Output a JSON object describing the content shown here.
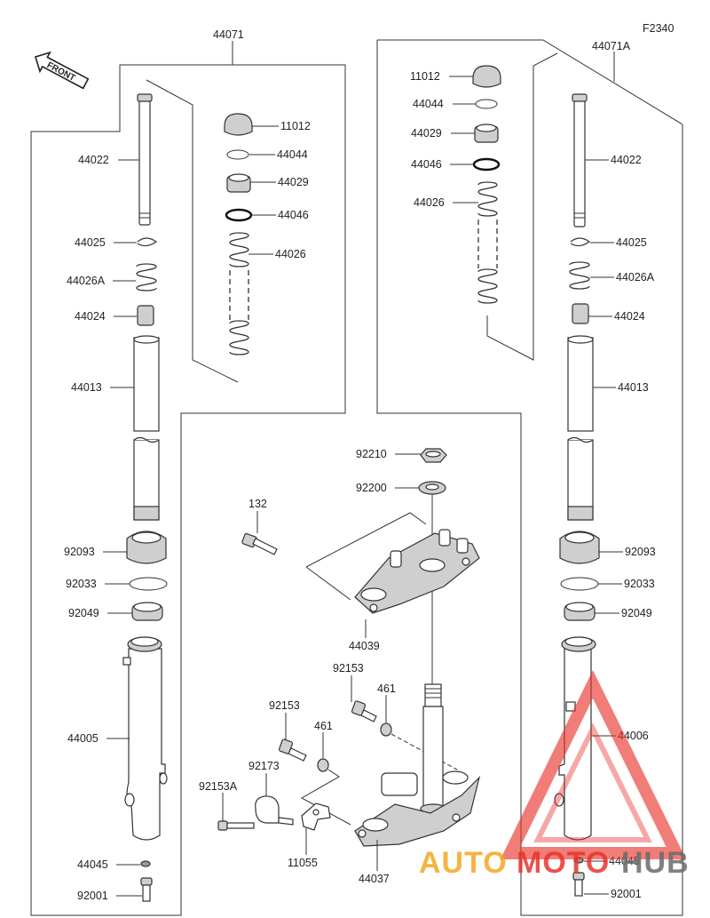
{
  "diagram_code": "F2340",
  "front_label": "FRONT",
  "watermark": {
    "text_a": "AUTO",
    "text_b": "MOTO",
    "text_c": "HUB",
    "color": "#e8342c",
    "color2": "#f5a623"
  },
  "labels": {
    "left_assembly": "44071",
    "right_assembly": "44071A",
    "cap": "11012",
    "ring": "44044",
    "seat": "44029",
    "oring": "44046",
    "spring": "44026",
    "pipe": "44022",
    "stop_ring": "44025",
    "rebound_spring": "44026A",
    "piece": "44024",
    "inner_tube": "44013",
    "dust_seal": "92093",
    "snap_ring": "92033",
    "oil_seal": "92049",
    "outer_tube_left": "44005",
    "outer_tube_right": "44006",
    "gasket": "44045",
    "bolt_bottom": "92001",
    "nut": "92210",
    "washer": "92200",
    "bolt_132": "132",
    "upper_bracket": "44039",
    "clamp_bolt": "92153",
    "clamp_bolt_a": "92153A",
    "washer_461": "461",
    "clamp": "92173",
    "bracket_11055": "11055",
    "lower_stem": "44037"
  }
}
